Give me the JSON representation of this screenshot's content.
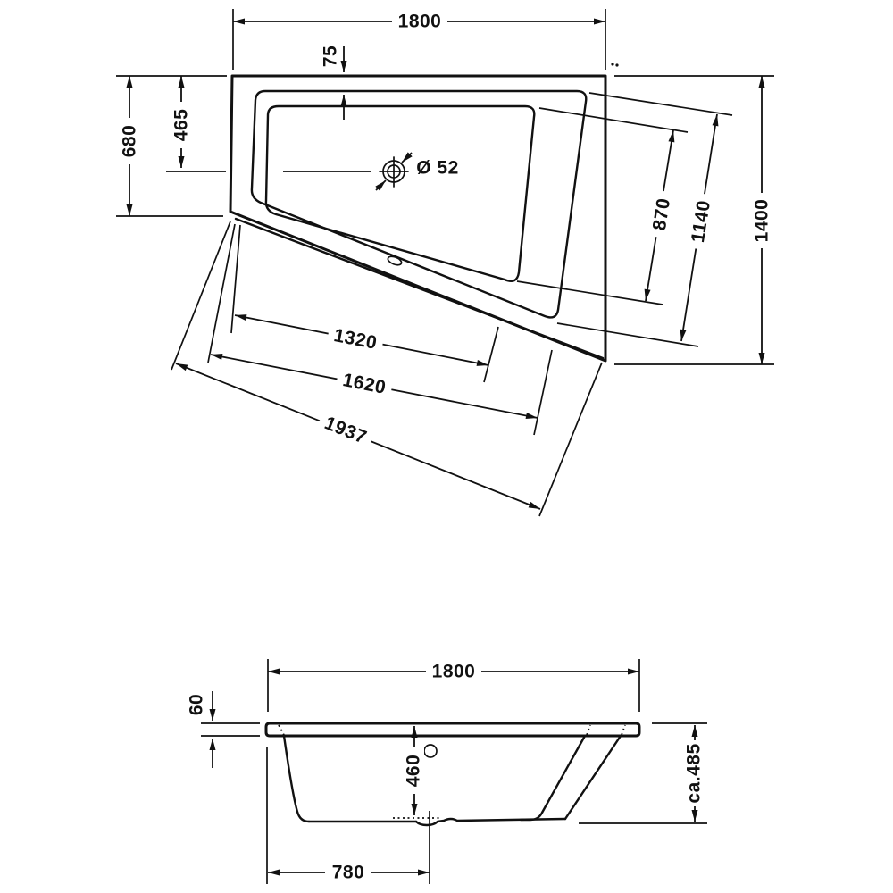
{
  "drawing": {
    "title": "Bathtub technical dimension drawing",
    "line_color": "#111111",
    "background_color": "#ffffff"
  },
  "top_view": {
    "dim_overall_width": "1800",
    "dim_rim_top_offset": "75",
    "dim_left_side": "680",
    "dim_drain_from_top": "465",
    "dim_drain_diameter": "Ø 52",
    "dim_basin_right_edge": "870",
    "dim_rim_right_edge": "1140",
    "dim_right_side": "1400",
    "dim_basin_diagonal": "1320",
    "dim_rim_diagonal": "1620",
    "dim_outer_diagonal": "1937",
    "corner_mark": "··"
  },
  "side_view": {
    "dim_overall_width": "1800",
    "dim_rim_thickness": "60",
    "dim_inner_depth": "460",
    "dim_total_height": "ca.485",
    "dim_drain_from_left": "780"
  }
}
